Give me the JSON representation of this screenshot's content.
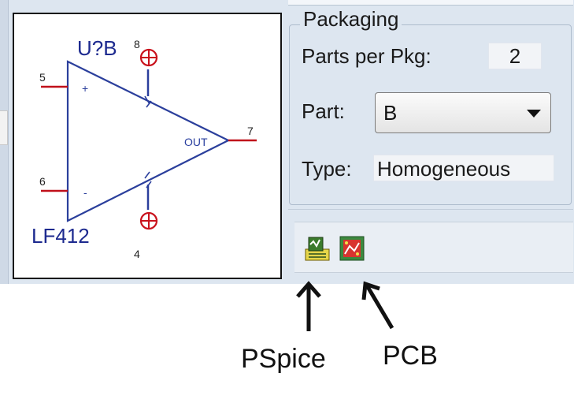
{
  "schematic": {
    "reference_designator": "U?B",
    "part_name": "LF412",
    "output_label": "OUT",
    "pin_numbers": {
      "non_inverting": "5",
      "inverting": "6",
      "output": "7",
      "vplus": "8",
      "vminus": "4"
    },
    "plus_sign": "+",
    "minus_sign": "-",
    "colors": {
      "symbol": "#2b3f9c",
      "pins": "#c0101a",
      "power_marker": "#c9121c"
    }
  },
  "packaging": {
    "group_title": "Packaging",
    "parts_per_pkg_label": "Parts per Pkg:",
    "parts_per_pkg_value": "2",
    "part_label": "Part:",
    "part_selected": "B",
    "type_label": "Type:",
    "type_value": "Homogeneous"
  },
  "toolbar": {
    "icons": [
      "pspice-model-icon",
      "pcb-footprint-icon"
    ]
  },
  "annotations": {
    "pspice_label": "PSpice",
    "pcb_label": "PCB"
  }
}
